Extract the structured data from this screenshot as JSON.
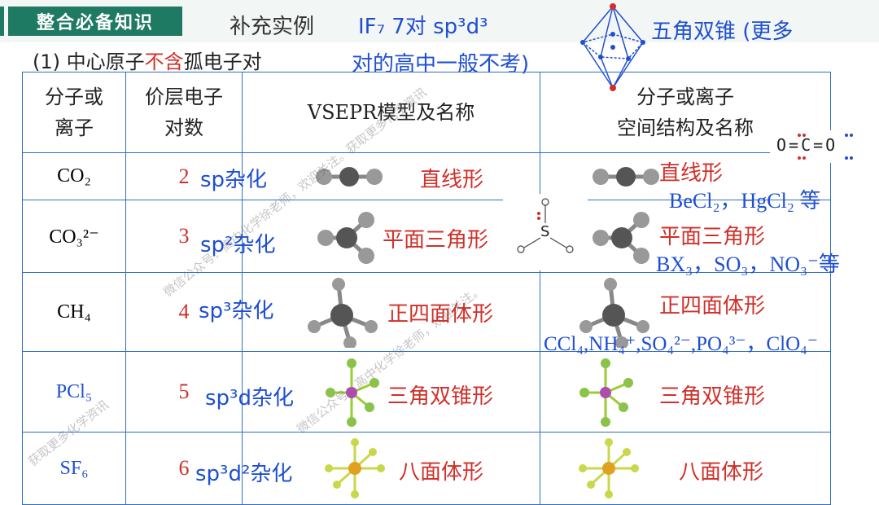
{
  "header": {
    "badge": "整合必备知识",
    "supplement": "补充实例",
    "note_line1": "IF₇  7对   sp³d³",
    "note_shape": "五角双锥 (更多",
    "note_line2": "对的高中一般不考)",
    "subtitle_prefix": "(1) 中心原子",
    "subtitle_red": "不含",
    "subtitle_suffix": "孤电子对"
  },
  "table": {
    "col_headers": [
      "分子或\n离子",
      "价层电子\n对数",
      "VSEPR模型及名称",
      "分子或离子\n空间结构及名称"
    ],
    "rows": [
      {
        "mol": "CO₂",
        "pairs": "2",
        "hyb": "sp杂化",
        "vsepr": "直线形",
        "shape": "直线形",
        "mol_color": "#222222"
      },
      {
        "mol": "CO₃²⁻",
        "pairs": "3",
        "hyb": "sp²杂化",
        "vsepr": "平面三角形",
        "shape": "平面三角形",
        "mol_color": "#222222"
      },
      {
        "mol": "CH₄",
        "pairs": "4",
        "hyb": "sp³杂化",
        "vsepr": "正四面体形",
        "shape": "正四面体形",
        "mol_color": "#222222"
      },
      {
        "mol": "PCl₅",
        "pairs": "5",
        "hyb": "sp³d杂化",
        "vsepr": "三角双锥形",
        "shape": "三角双锥形",
        "mol_color": "#1f4fd1"
      },
      {
        "mol": "SF₆",
        "pairs": "6",
        "hyb": "sp³d²杂化",
        "vsepr": "八面体形",
        "shape": "八面体形",
        "mol_color": "#1f4fd1"
      }
    ]
  },
  "examples": {
    "linear": "BeCl₂，HgCl₂ 等",
    "trigonal": "BX₃，SO₃，NO₃⁻等",
    "tetrahedral": "CCl₄,NH₄⁺,SO₄²⁻,PO₄³⁻，ClO₄⁻"
  },
  "lewis": {
    "co2": "O=C=O",
    "so3": "S"
  },
  "watermarks": {
    "w1": "微信公众号：高中化学徐老师，欢迎关注。获取更多化学资讯",
    "w2": "获取更多化学资讯",
    "w3": "微信公众号：高中化学徐老师，欢迎关注。"
  },
  "colors": {
    "accent": "#1f7a63",
    "blue": "#1f4fd1",
    "red": "#d0302a",
    "border": "#2f6fc0"
  }
}
